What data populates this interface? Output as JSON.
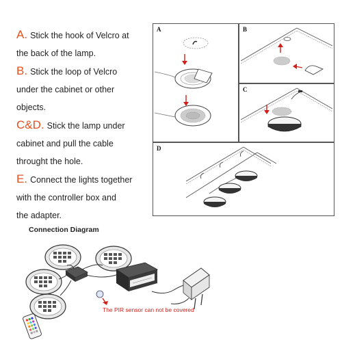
{
  "steps": [
    {
      "label": "A.",
      "lines": [
        "Stick the hook of Velcro at",
        "the back of the lamp."
      ]
    },
    {
      "label": "B.",
      "lines": [
        "Stick the loop of Velcro",
        "under the cabinet or other",
        "objects."
      ]
    },
    {
      "label": "C&D.",
      "lines": [
        "Stick the lamp under",
        "cabinet and pull the cable",
        "throught the hole."
      ]
    },
    {
      "label": "E.",
      "lines": [
        "Connect the lights together",
        "with the controller box and",
        "the adapter."
      ]
    }
  ],
  "panels": {
    "a": "A",
    "b": "B",
    "c": "C",
    "d": "D"
  },
  "connection": {
    "title": "Connection Diagram",
    "pir_note": "The PIR sensor can not be covered"
  },
  "colors": {
    "accent": "#e8501f",
    "warning": "#d0201a",
    "arrow": "#d0201a"
  }
}
